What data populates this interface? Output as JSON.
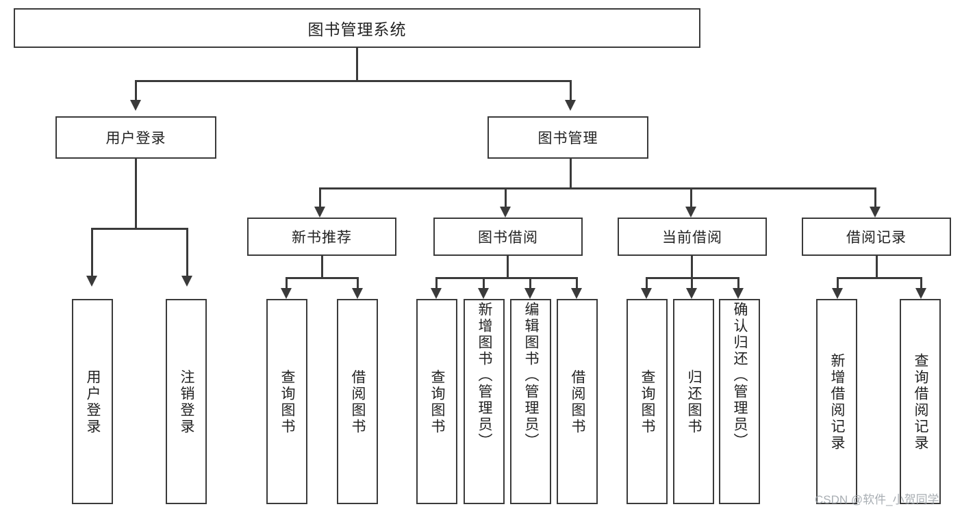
{
  "diagram": {
    "title": "图书管理系统",
    "type": "hierarchy-tree",
    "root": {
      "label": "图书管理系统"
    },
    "level2": [
      {
        "label": "用户登录"
      },
      {
        "label": "图书管理"
      }
    ],
    "level3": [
      {
        "label": "新书推荐"
      },
      {
        "label": "图书借阅"
      },
      {
        "label": "当前借阅"
      },
      {
        "label": "借阅记录"
      }
    ],
    "leaves": {
      "user_login": [
        {
          "label": "用户登录"
        },
        {
          "label": "注销登录"
        }
      ],
      "new_book_recommend": [
        {
          "label": "查询图书"
        },
        {
          "label": "借阅图书"
        }
      ],
      "book_borrow": [
        {
          "label": "查询图书"
        },
        {
          "label": "新增图书（管理员）"
        },
        {
          "label": "编辑图书（管理员）"
        },
        {
          "label": "借阅图书"
        }
      ],
      "current_borrow": [
        {
          "label": "查询图书"
        },
        {
          "label": "归还图书"
        },
        {
          "label": "确认归还（管理员）"
        }
      ],
      "borrow_record": [
        {
          "label": "新增借阅记录"
        },
        {
          "label": "查询借阅记录"
        }
      ]
    }
  },
  "watermark": {
    "text": "CSDN @软件_小贺同学"
  },
  "colors": {
    "stroke": "#3a3a3a",
    "text": "#222222",
    "background": "#ffffff",
    "watermark": "#9aa0a6"
  }
}
